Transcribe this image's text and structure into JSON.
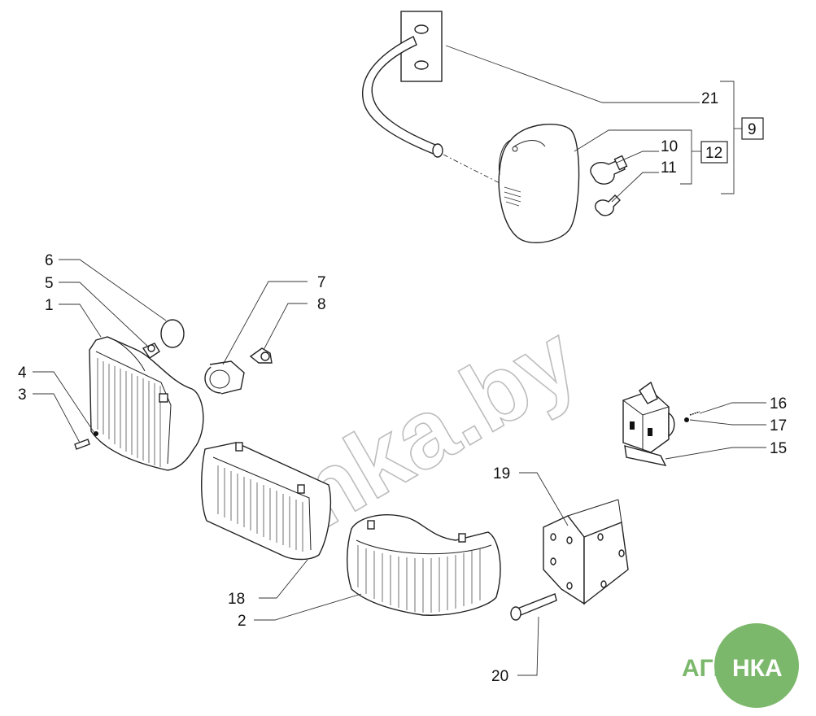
{
  "watermark": {
    "text": "nka.by"
  },
  "logo": {
    "left_text": "АГРО",
    "right_text": "НКА",
    "color": "#7cb86b"
  },
  "callouts": [
    {
      "id": "c21",
      "label": "21"
    },
    {
      "id": "c10",
      "label": "10"
    },
    {
      "id": "c11",
      "label": "11"
    },
    {
      "id": "c12",
      "label": "12"
    },
    {
      "id": "c9",
      "label": "9"
    },
    {
      "id": "c6",
      "label": "6"
    },
    {
      "id": "c5",
      "label": "5"
    },
    {
      "id": "c1",
      "label": "1"
    },
    {
      "id": "c7",
      "label": "7"
    },
    {
      "id": "c8",
      "label": "8"
    },
    {
      "id": "c4",
      "label": "4"
    },
    {
      "id": "c3",
      "label": "3"
    },
    {
      "id": "c16",
      "label": "16"
    },
    {
      "id": "c17",
      "label": "17"
    },
    {
      "id": "c15",
      "label": "15"
    },
    {
      "id": "c19",
      "label": "19"
    },
    {
      "id": "c18",
      "label": "18"
    },
    {
      "id": "c2",
      "label": "2"
    },
    {
      "id": "c20",
      "label": "20"
    }
  ]
}
